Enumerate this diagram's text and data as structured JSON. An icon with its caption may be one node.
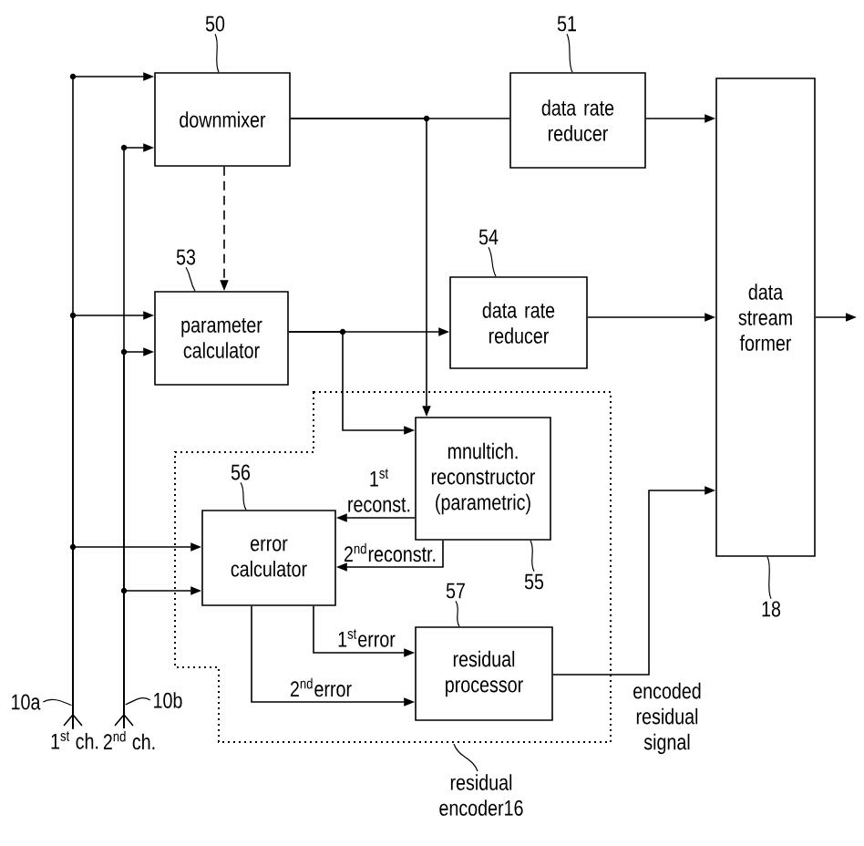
{
  "diagram": {
    "nodes": [
      {
        "text": [
          "downmixer"
        ]
      },
      {
        "text": [
          "data rate reducer"
        ]
      },
      {
        "text": [
          "data stream former"
        ]
      },
      {
        "text": [
          "parameter calculator"
        ]
      },
      {
        "text": [
          "data rate reducer"
        ]
      },
      {
        "text": [
          "residual encoder16"
        ]
      },
      {
        "text": [
          "mnultich. reconstructor (parametric)"
        ],
        "in": 5
      },
      {
        "text": [
          "error calculator"
        ],
        "in": 5
      },
      {
        "text": [
          "residual processor"
        ],
        "in": 5
      },
      {
        "text": [
          "1$^{st}$ ch."
        ]
      },
      {
        "text": [
          "2$^{nd}$ ch."
        ]
      },
      {
        "text": [
          "50"
        ]
      },
      {
        "text": [
          "51"
        ]
      },
      {
        "text": [
          "18"
        ]
      },
      {
        "text": [
          "53"
        ]
      },
      {
        "text": [
          "54"
        ]
      },
      {
        "text": [
          "55"
        ],
        "in": 5
      },
      {
        "text": [
          "56"
        ],
        "in": 5
      },
      {
        "text": [
          "57"
        ],
        "in": 5
      },
      {
        "text": [
          "10a"
        ]
      },
      {
        "text": [
          "10b"
        ]
      }
    ],
    "edges": [
      {
        "from": 0,
        "to": 1,
        "arrow": "none"
      },
      {
        "from": 0,
        "to": 6,
        "arrow": "to"
      },
      {
        "from": 1,
        "to": 2,
        "arrow": "to"
      },
      {
        "from": 0,
        "to": 3,
        "arrow": "to",
        "style": "dashed"
      },
      {
        "from": 3,
        "to": 4,
        "arrow": "to"
      },
      {
        "from": 3,
        "to": 6,
        "arrow": "to"
      },
      {
        "from": 4,
        "to": 2,
        "arrow": "to"
      },
      {
        "from": 2,
        "to": null,
        "arrow": "to"
      },
      {
        "from": 6,
        "to": 7,
        "arrow": "to",
        "label": "1$^{st}$ reconst."
      },
      {
        "from": 6,
        "to": 7,
        "arrow": "to",
        "label": "2$^{nd}$reconstr."
      },
      {
        "from": 7,
        "to": 8,
        "arrow": "to",
        "label": "1$^{st}$error"
      },
      {
        "from": 7,
        "to": 8,
        "arrow": "to",
        "label": "2$^{nd}$error"
      },
      {
        "from": 8,
        "to": 2,
        "arrow": "to",
        "label": "encoded residual signal"
      },
      {
        "from": 9,
        "to": 0,
        "arrow": "to"
      },
      {
        "from": 9,
        "to": 3,
        "arrow": "to"
      },
      {
        "from": 9,
        "to": 7,
        "arrow": "to"
      },
      {
        "from": 10,
        "to": 0,
        "arrow": "to"
      },
      {
        "from": 10,
        "to": 3,
        "arrow": "to"
      },
      {
        "from": 10,
        "to": 7,
        "arrow": "to"
      },
      {
        "from": 11,
        "to": 0,
        "arrow": "none"
      },
      {
        "from": 12,
        "to": 1,
        "arrow": "none"
      },
      {
        "from": 13,
        "to": 2,
        "arrow": "none"
      },
      {
        "from": 14,
        "to": 3,
        "arrow": "none"
      },
      {
        "from": 15,
        "to": 4,
        "arrow": "none"
      },
      {
        "from": 16,
        "to": 6,
        "arrow": "none"
      },
      {
        "from": 17,
        "to": 7,
        "arrow": "none"
      },
      {
        "from": 18,
        "to": 8,
        "arrow": "none"
      },
      {
        "from": 19,
        "to": 9,
        "arrow": "none"
      },
      {
        "from": 20,
        "to": 10,
        "arrow": "none"
      }
    ]
  }
}
